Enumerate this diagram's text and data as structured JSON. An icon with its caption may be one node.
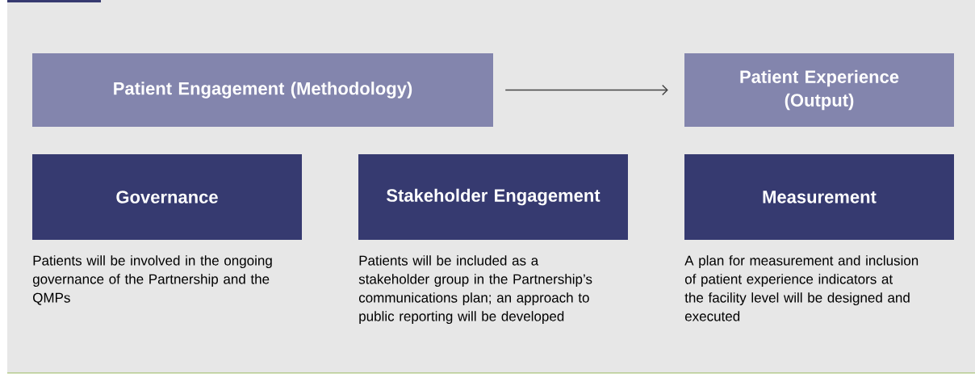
{
  "diagram": {
    "nodes": [
      {
        "text": [
          "Patient Engagement (Methodology)"
        ]
      },
      {
        "text": [
          "Patient Experience (Output)"
        ]
      },
      {
        "text": [
          "Governance"
        ],
        "beside": [
          "Patients will be involved in the ongoing governance of the Partnership and the QMPs"
        ]
      },
      {
        "text": [
          "Stakeholder Engagement"
        ],
        "beside": [
          "Patients will be included as a stakeholder group in the Partnership’s communications plan; an approach to public reporting will be developed"
        ]
      },
      {
        "text": [
          "Measurement"
        ],
        "beside": [
          "A plan for measurement and inclusion of patient experience indicators at the facility level will be designed and executed"
        ]
      }
    ],
    "edges": [
      {
        "from": 0,
        "to": 1,
        "arrow": "to"
      }
    ]
  }
}
